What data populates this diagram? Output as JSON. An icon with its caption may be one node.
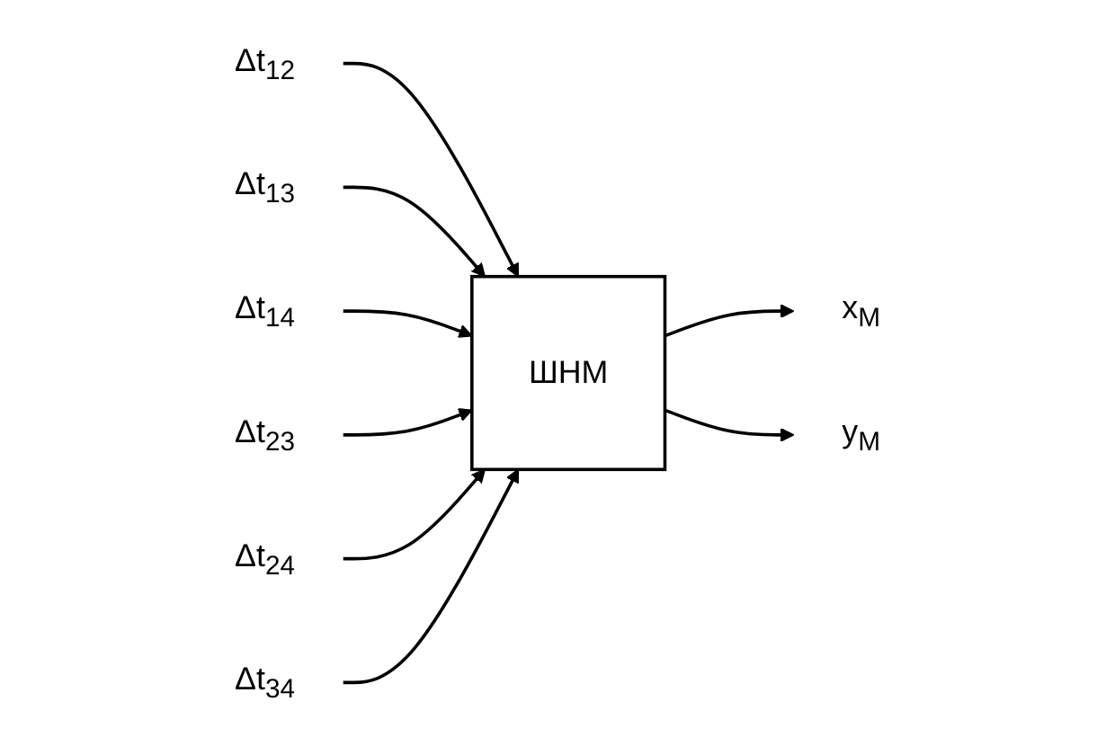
{
  "diagram": {
    "nodes": [
      {
        "text": [
          "Δt$_{12}$"
        ]
      },
      {
        "text": [
          "Δt$_{13}$"
        ]
      },
      {
        "text": [
          "Δt$_{14}$"
        ]
      },
      {
        "text": [
          "Δt$_{23}$"
        ]
      },
      {
        "text": [
          "Δt$_{24}$"
        ]
      },
      {
        "text": [
          "Δt$_{34}$"
        ]
      },
      {
        "text": [
          "ШНМ"
        ]
      },
      {
        "text": [
          "x$_{M}$"
        ]
      },
      {
        "text": [
          "y$_{M}$"
        ]
      }
    ],
    "edges": [
      {
        "from": 0,
        "to": 6,
        "arrow": "to"
      },
      {
        "from": 1,
        "to": 6,
        "arrow": "to"
      },
      {
        "from": 2,
        "to": 6,
        "arrow": "to"
      },
      {
        "from": 3,
        "to": 6,
        "arrow": "to"
      },
      {
        "from": 4,
        "to": 6,
        "arrow": "to"
      },
      {
        "from": 5,
        "to": 6,
        "arrow": "to"
      },
      {
        "from": 6,
        "to": 7,
        "arrow": "to"
      },
      {
        "from": 6,
        "to": 8,
        "arrow": "to"
      }
    ]
  }
}
